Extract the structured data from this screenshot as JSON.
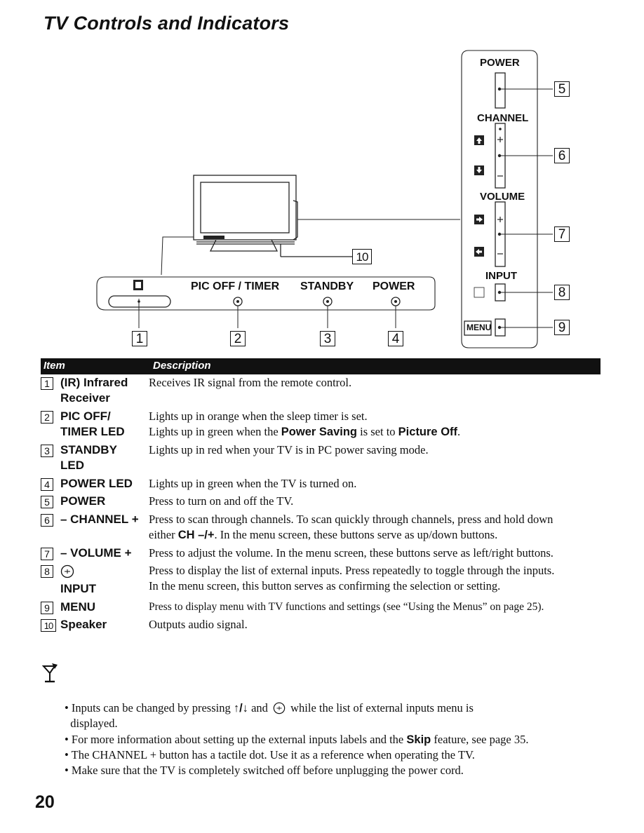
{
  "page": {
    "title": "TV Controls and Indicators",
    "page_number": "20"
  },
  "figure": {
    "front_labels": {
      "ir": "IR",
      "pic_off_timer": "PIC OFF / TIMER",
      "standby": "STANDBY",
      "power": "POWER"
    },
    "side_labels": {
      "power": "POWER",
      "channel": "CHANNEL",
      "volume": "VOLUME",
      "input": "INPUT",
      "menu": "MENU",
      "plus": "+",
      "minus": "−"
    },
    "callouts": [
      "1",
      "2",
      "3",
      "4",
      "5",
      "6",
      "7",
      "8",
      "9",
      "10"
    ]
  },
  "table": {
    "headers": {
      "item": "Item",
      "description": "Description"
    },
    "rows": [
      {
        "num": "1",
        "item": [
          "(IR) Infrared",
          "Receiver"
        ],
        "desc": [
          "Receives IR signal from the remote control."
        ]
      },
      {
        "num": "2",
        "item": [
          "PIC OFF/",
          "TIMER LED"
        ],
        "desc": [
          "Lights up in orange when the sleep timer is set.",
          "Lights up in green when the",
          "Power Saving",
          "is set to",
          "Picture Off",
          "."
        ]
      },
      {
        "num": "3",
        "item": [
          "STANDBY",
          "LED"
        ],
        "desc": [
          "Lights up in red when your TV is in PC power saving mode."
        ]
      },
      {
        "num": "4",
        "item": [
          "POWER LED"
        ],
        "desc": [
          "Lights up in green when the TV is turned on."
        ]
      },
      {
        "num": "5",
        "item": [
          "POWER"
        ],
        "desc": [
          "Press to turn on and off the TV."
        ]
      },
      {
        "num": "6",
        "item": [
          "– CHANNEL +"
        ],
        "desc": [
          "Press to scan through channels. To scan quickly through channels, press and hold down",
          "either",
          "CH –/+",
          ". In the menu screen, these buttons serve as up/down buttons."
        ]
      },
      {
        "num": "7",
        "item": [
          "– VOLUME +"
        ],
        "desc": [
          "Press to adjust the volume. In the menu screen, these buttons serve as left/right buttons."
        ]
      },
      {
        "num": "8",
        "item": [
          "INPUT"
        ],
        "desc": [
          "Press to display the list of external inputs. Press repeatedly to toggle through the inputs.",
          "In the menu screen, this button serves as confirming the selection or setting."
        ]
      },
      {
        "num": "9",
        "item": [
          "MENU"
        ],
        "desc": [
          "Press to display menu with TV functions and settings (see “Using the Menus” on page 25)."
        ]
      },
      {
        "num": "10",
        "item": [
          "Speaker"
        ],
        "desc": [
          "Outputs audio signal."
        ]
      }
    ]
  },
  "tips": {
    "items": [
      [
        "Inputs can be changed by pressing",
        "↑/↓",
        "and",
        "while the list of external inputs menu is",
        "displayed."
      ],
      [
        "For more information about setting up the external inputs labels and the",
        "Skip",
        "feature, see page 35."
      ],
      [
        "The CHANNEL + button has a tactile dot. Use it as a reference when operating the TV."
      ],
      [
        "Make sure that the TV is completely switched off before unplugging the power cord."
      ]
    ]
  }
}
